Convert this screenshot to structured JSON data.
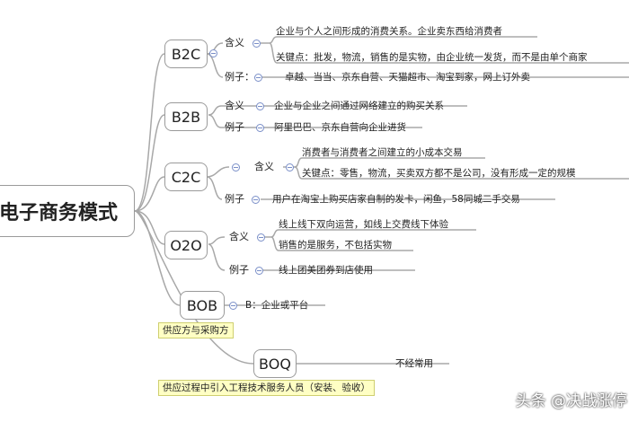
{
  "root": {
    "label": "电子商务模式"
  },
  "nodes": {
    "b2c": {
      "label": "B2C",
      "meaning_label": "含义",
      "meaning_main": "企业与个人之间形成的消费关系。企业卖东西给消费者",
      "meaning_key": "关键点：批发，物流，销售的是实物，由企业统一发货，而不是由单个商家",
      "example_label": "例子：",
      "example_text": "卓越、当当、京东自营、天猫超市、淘宝到家，网上订外卖"
    },
    "b2b": {
      "label": "B2B",
      "meaning_label": "含义",
      "meaning_text": "企业与企业之间通过网络建立的购买关系",
      "example_label": "例子",
      "example_text": "阿里巴巴、京东自营向企业进货"
    },
    "c2c": {
      "label": "C2C",
      "meaning_label": "含义",
      "meaning_main": "消费者与消费者之间建立的小成本交易",
      "meaning_key": "关键点：零售，物流，买卖双方都不是公司，没有形成一定的规模",
      "example_label": "例子",
      "example_text": "用户在淘宝上购买店家自制的发卡，闲鱼，58同城二手交易"
    },
    "o2o": {
      "label": "O2O",
      "meaning_label": "含义",
      "meaning_line1": "线上线下双向运营，如线上交费线下体验",
      "meaning_line2": "销售的是服务，不包括实物",
      "example_label": "例子",
      "example_text": "线上团美团券到店使用"
    },
    "bob": {
      "label": "BOB",
      "child": "B：企业或平台",
      "note": "供应方与采购方"
    },
    "boq": {
      "label": "BOQ",
      "child": "不经常用",
      "note": "供应过程中引入工程技术服务人员（安装、验收）"
    }
  },
  "watermark": "头条 @决战涨停"
}
